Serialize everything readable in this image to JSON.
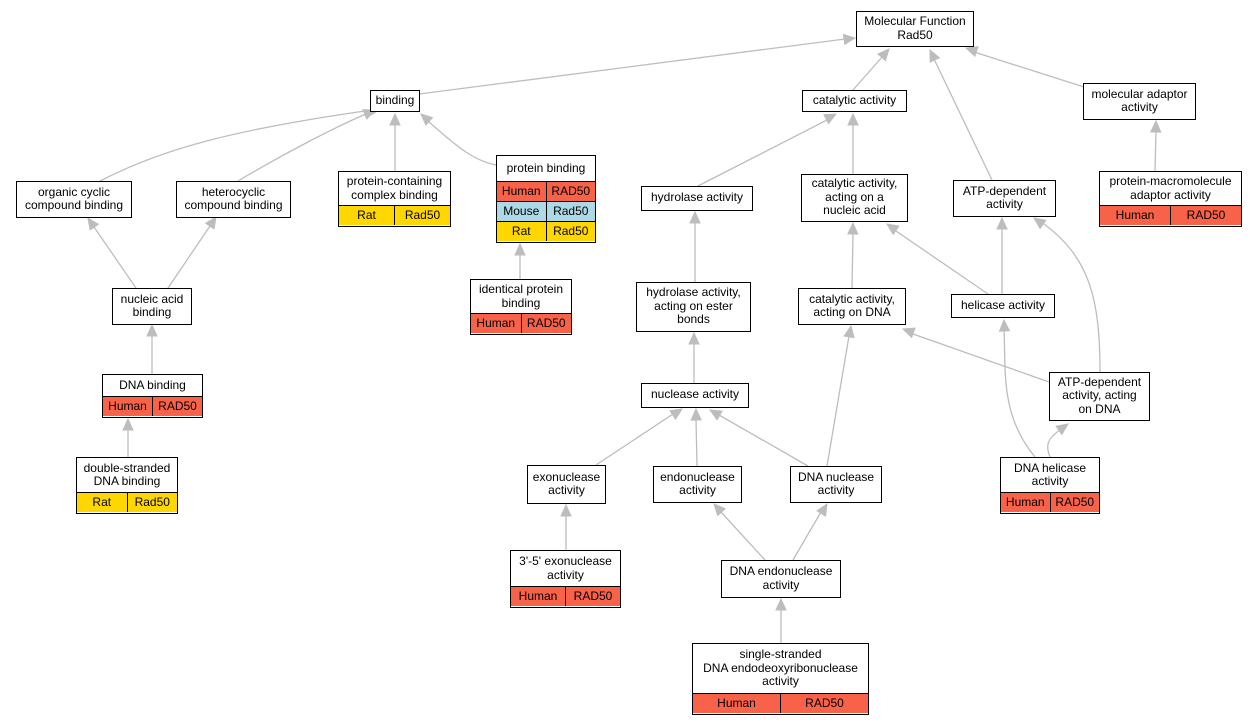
{
  "colors": {
    "Human": "#f76248",
    "Mouse": "#add8e6",
    "Rat": "#ffd700",
    "edge": "#bdbdbd"
  },
  "nodes": {
    "mf": {
      "lines": [
        "Molecular Function",
        "Rad50"
      ],
      "ann": []
    },
    "bind": {
      "lines": [
        "binding"
      ],
      "ann": []
    },
    "cat": {
      "lines": [
        "catalytic activity"
      ],
      "ann": []
    },
    "mad": {
      "lines": [
        "molecular adaptor",
        "activity"
      ],
      "ann": []
    },
    "ocb": {
      "lines": [
        "organic cyclic",
        "compound binding"
      ],
      "ann": []
    },
    "hcb": {
      "lines": [
        "heterocyclic",
        "compound binding"
      ],
      "ann": []
    },
    "pccb": {
      "lines": [
        "protein-containing",
        "complex binding"
      ],
      "ann": [
        {
          "org": "Rat",
          "gene": "Rad50"
        }
      ]
    },
    "pb": {
      "lines": [
        "protein binding"
      ],
      "ann": [
        {
          "org": "Human",
          "gene": "RAD50"
        },
        {
          "org": "Mouse",
          "gene": "Rad50"
        },
        {
          "org": "Rat",
          "gene": "Rad50"
        }
      ]
    },
    "hyd": {
      "lines": [
        "hydrolase activity"
      ],
      "ann": []
    },
    "cana": {
      "lines": [
        "catalytic activity,",
        "acting on a",
        "nucleic acid"
      ],
      "ann": []
    },
    "atpd": {
      "lines": [
        "ATP-dependent",
        "activity"
      ],
      "ann": []
    },
    "pmad": {
      "lines": [
        "protein-macromolecule",
        "adaptor activity"
      ],
      "ann": [
        {
          "org": "Human",
          "gene": "RAD50"
        }
      ]
    },
    "ipb": {
      "lines": [
        "identical protein",
        "binding"
      ],
      "ann": [
        {
          "org": "Human",
          "gene": "RAD50"
        }
      ]
    },
    "nab": {
      "lines": [
        "nucleic acid",
        "binding"
      ],
      "ann": []
    },
    "hae": {
      "lines": [
        "hydrolase activity,",
        "acting on ester",
        "bonds"
      ],
      "ann": []
    },
    "cad": {
      "lines": [
        "catalytic activity,",
        "acting on DNA"
      ],
      "ann": []
    },
    "hel": {
      "lines": [
        "helicase activity"
      ],
      "ann": []
    },
    "dnab": {
      "lines": [
        "DNA binding"
      ],
      "ann": [
        {
          "org": "Human",
          "gene": "RAD50"
        }
      ]
    },
    "nuc": {
      "lines": [
        "nuclease activity"
      ],
      "ann": []
    },
    "atpdna": {
      "lines": [
        "ATP-dependent",
        "activity, acting",
        "on DNA"
      ],
      "ann": []
    },
    "dsdna": {
      "lines": [
        "double-stranded",
        "DNA binding"
      ],
      "ann": [
        {
          "org": "Rat",
          "gene": "Rad50"
        }
      ]
    },
    "exo": {
      "lines": [
        "exonuclease",
        "activity"
      ],
      "ann": []
    },
    "endo": {
      "lines": [
        "endonuclease",
        "activity"
      ],
      "ann": []
    },
    "dnan": {
      "lines": [
        "DNA nuclease",
        "activity"
      ],
      "ann": []
    },
    "dhel": {
      "lines": [
        "DNA helicase",
        "activity"
      ],
      "ann": [
        {
          "org": "Human",
          "gene": "RAD50"
        }
      ]
    },
    "exo35": {
      "lines": [
        "3'-5' exonuclease",
        "activity"
      ],
      "ann": [
        {
          "org": "Human",
          "gene": "RAD50"
        }
      ]
    },
    "dnae": {
      "lines": [
        "DNA endonuclease",
        "activity"
      ],
      "ann": []
    },
    "ssd": {
      "lines": [
        "single-stranded",
        "DNA endodeoxyribonuclease",
        "activity"
      ],
      "ann": [
        {
          "org": "Human",
          "gene": "RAD50"
        }
      ]
    }
  }
}
